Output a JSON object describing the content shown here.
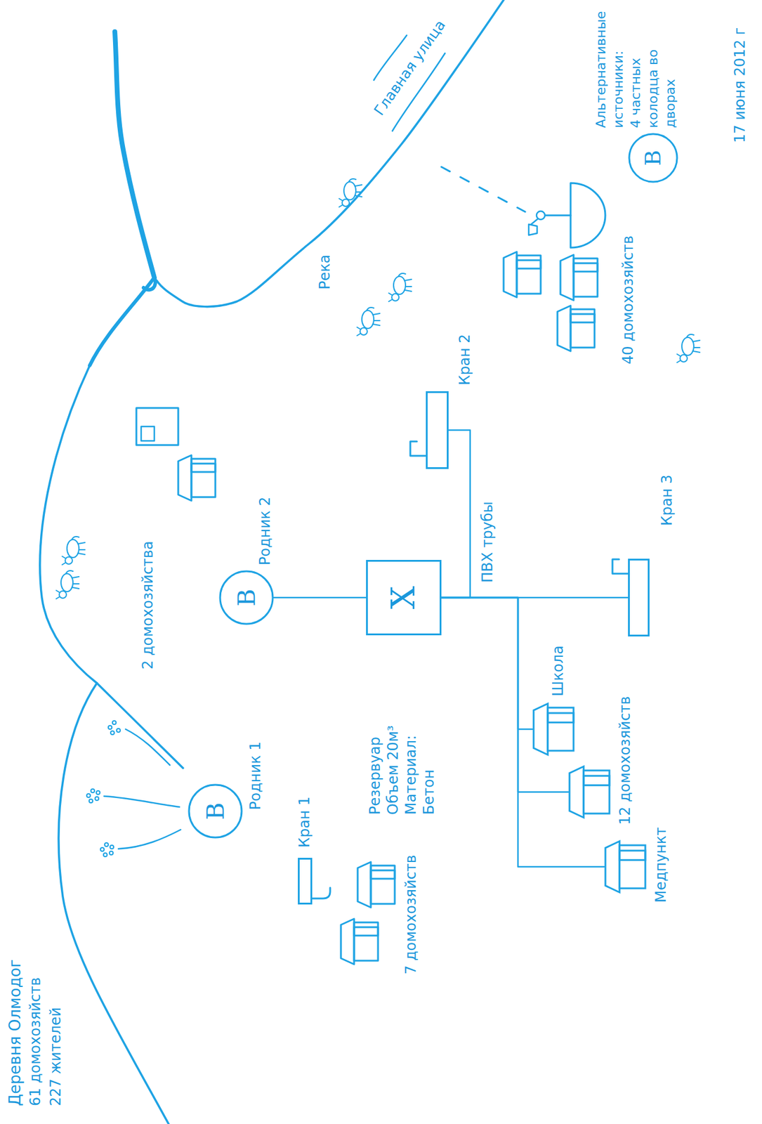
{
  "diagram": {
    "title": "Деревня Олмодог",
    "nodes": [
      {
        "text": [
          "В",
          "Родник 1"
        ]
      },
      {
        "text": [
          "Кран 1"
        ]
      },
      {
        "text": [
          "В",
          "Родник 2"
        ]
      },
      {
        "text": [
          "Х",
          "Резервуар Объем 20м³ Материал: Бетон"
        ]
      },
      {
        "text": [
          "Кран 2"
        ]
      },
      {
        "text": [
          "Кран 3"
        ]
      },
      {
        "text": [
          "Школа"
        ]
      },
      {
        "text": [
          "12 домохозяйств"
        ]
      },
      {
        "text": [
          "Медпункт"
        ]
      },
      {
        "text": [
          "В",
          "Альтернативные источники:",
          "4 частных колодца во дворах"
        ]
      }
    ],
    "edges": [
      {
        "from": 2,
        "to": 3,
        "arrow": "none"
      },
      {
        "from": 3,
        "to": 4,
        "arrow": "none"
      },
      {
        "from": 3,
        "to": 5,
        "arrow": "none"
      },
      {
        "from": 3,
        "to": 6,
        "arrow": "none"
      },
      {
        "from": 3,
        "to": 7,
        "arrow": "none"
      },
      {
        "from": 3,
        "to": 8,
        "arrow": "none"
      }
    ],
    "labels": [
      "61 домохозяйств",
      "227 жителей",
      "17 июня 2012 г",
      "Река",
      "Главная улица",
      "ПВХ трубы",
      "7 домохозяйств",
      "2 домохозяйства",
      "40 домохозяйств"
    ]
  }
}
